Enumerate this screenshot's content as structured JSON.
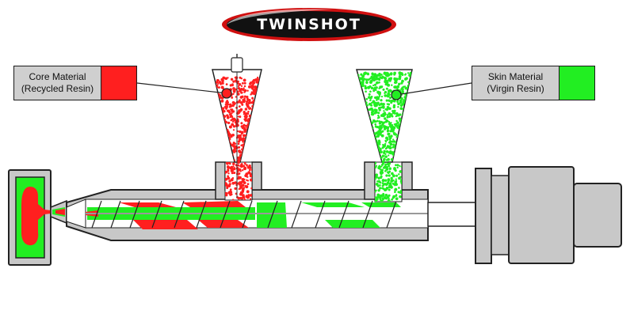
{
  "logo": {
    "text": "TWINSHOT"
  },
  "legends": {
    "core": {
      "line1": "Core Material",
      "line2": "(Recycled Resin)"
    },
    "skin": {
      "line1": "Skin Material",
      "line2": "(Virgin Resin)"
    }
  },
  "colors": {
    "core": "#ff1f1f",
    "skin": "#22ee22",
    "machine": "#c8c8c8",
    "outline": "#222222",
    "legend_bg": "#cfcfcf"
  }
}
